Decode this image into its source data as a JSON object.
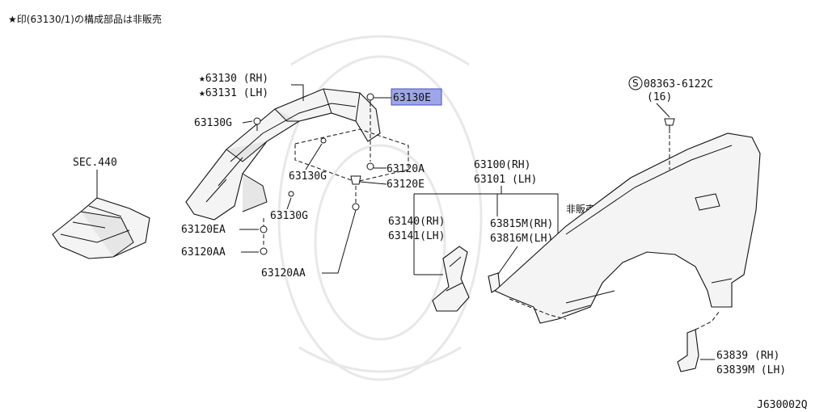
{
  "note": "★印(63130/1)の構成部品は非販売",
  "diagram_id": "J630002Q",
  "labels": {
    "sec440": "SEC.440",
    "p63130rh": "★63130 (RH)",
    "p63131lh": "★63131 (LH)",
    "p63130g_a": "63130G",
    "p63130e": "63130E",
    "p63130g_b": "63130G",
    "p63120a": "63120A",
    "p63120e": "63120E",
    "p63130g_c": "63130G",
    "p63120ea": "63120EA",
    "p63120aa_a": "63120AA",
    "p63120aa_b": "63120AA",
    "p63100rh": "63100(RH)",
    "p63101lh": "63101 (LH)",
    "hihanbai": "非販売",
    "p63140rh": "63140(RH)",
    "p63141lh": "63141(LH)",
    "p63815m": "63815M(RH)",
    "p63816m": "63816M(LH)",
    "s08363": "08363-6122C",
    "s08363_symbol": "S",
    "s08363_qty": "(16)",
    "p63839rh": "63839  (RH)",
    "p63839mlh": "63839M (LH)"
  },
  "highlight": {
    "part": "63130E",
    "color": "#9fa6e8"
  }
}
